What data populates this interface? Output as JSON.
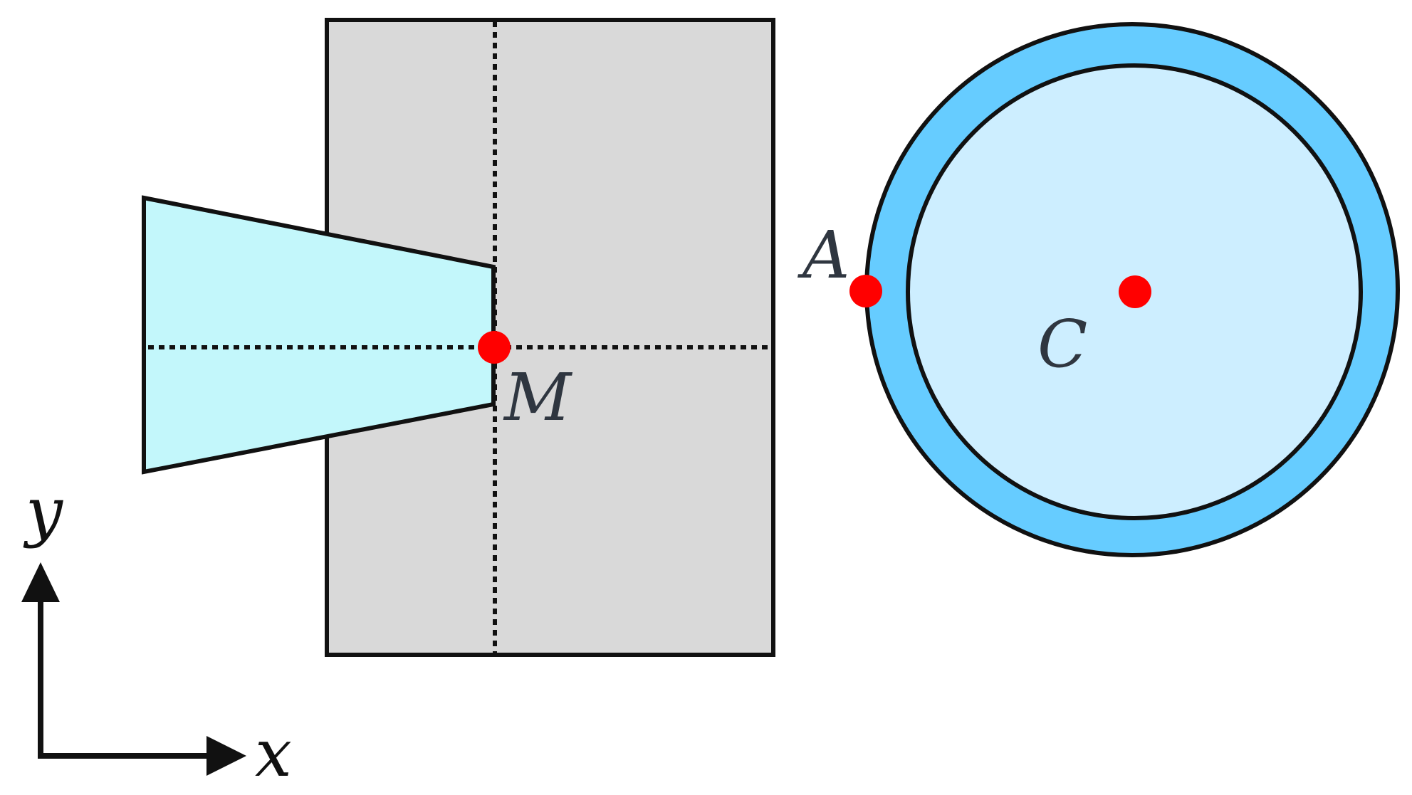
{
  "points": {
    "M": {
      "label": "M",
      "color": "#ff0000"
    },
    "A": {
      "label": "A",
      "color": "#ff0000"
    },
    "C": {
      "label": "C",
      "color": "#ff0000"
    }
  },
  "axes": {
    "x_label": "x",
    "y_label": "y"
  },
  "colors": {
    "block_fill": "#d9d9d9",
    "trapezoid_fill": "#c3f7fb",
    "outer_ring_fill": "#66ccff",
    "inner_disk_fill": "#cdeeff",
    "stroke": "#111111"
  }
}
